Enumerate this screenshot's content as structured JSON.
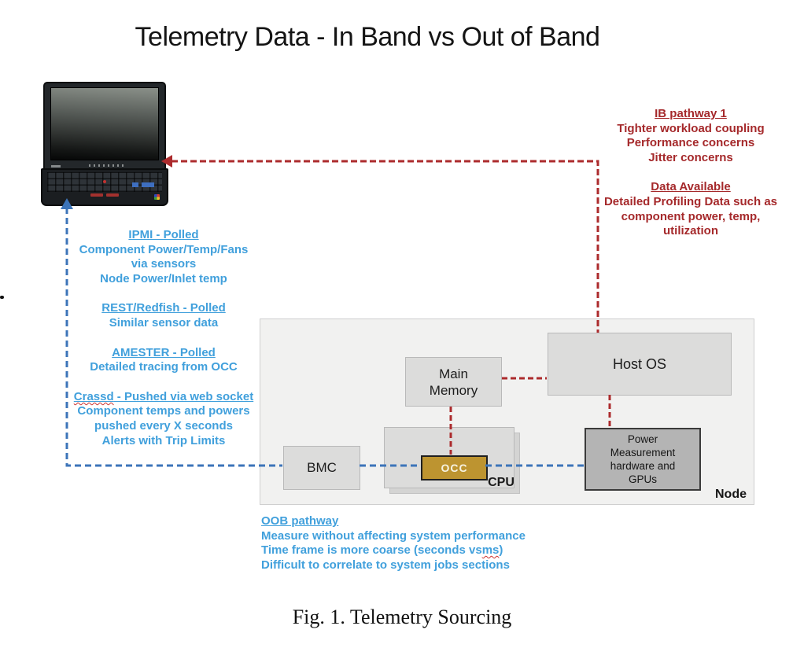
{
  "title": "Telemetry Data - In Band vs Out of Band",
  "caption": "Fig. 1.  Telemetry Sourcing",
  "colors": {
    "red": "#a5292b",
    "blue_line": "#3c74b9",
    "blue_text": "#41a0dc",
    "occ_fill": "#bd9430",
    "node_fill": "#f1f1f0",
    "box_fill": "#dcdcdb",
    "power_fill": "#b4b4b4"
  },
  "ib": {
    "pathway": {
      "heading": "IB pathway 1",
      "lines": [
        "Tighter workload coupling",
        "Performance concerns",
        "Jitter concerns"
      ]
    },
    "data_available": {
      "heading": "Data Available",
      "lines": [
        "Detailed Profiling Data such as",
        "component power, temp,",
        "utilization"
      ]
    }
  },
  "oob": {
    "groups": [
      {
        "heading": "IPMI - Polled",
        "lines": [
          "Component Power/Temp/Fans",
          "via sensors",
          "Node Power/Inlet temp"
        ]
      },
      {
        "heading": "REST/Redfish - Polled",
        "lines": [
          "Similar sensor data"
        ]
      },
      {
        "heading": "AMESTER - Polled",
        "lines": [
          "Detailed tracing from OCC"
        ]
      },
      {
        "heading_word": "Crassd",
        "heading_rest": " - Pushed via web socket",
        "lines": [
          "Component temps and powers",
          "pushed every X seconds",
          "Alerts with Trip Limits"
        ]
      }
    ],
    "bottom": {
      "heading": "OOB pathway",
      "line1": "Measure without affecting system performance",
      "line2_pre": "Time frame is more coarse (seconds vs ",
      "line2_wavy": "ms",
      "line2_post": ")",
      "line3": "Difficult to correlate to system jobs sections"
    }
  },
  "node": {
    "label": "Node",
    "bmc": "BMC",
    "cpu": "CPU",
    "occ": "OCC",
    "main_memory": [
      "Main",
      "Memory"
    ],
    "host_os": "Host OS",
    "power": [
      "Power",
      "Measurement",
      "hardware and",
      "GPUs"
    ]
  }
}
